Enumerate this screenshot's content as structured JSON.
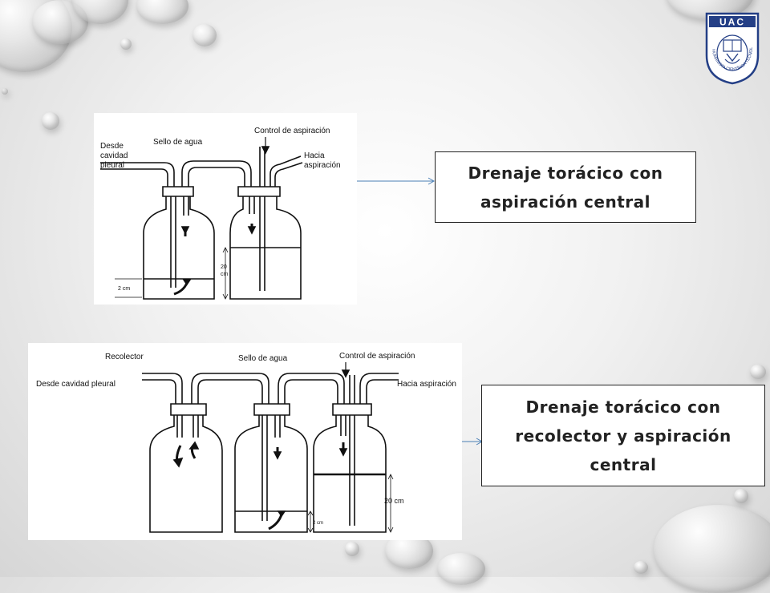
{
  "slide": {
    "logo": {
      "acronym": "UAC",
      "ring_text": "HUMANISTA CIENTÍFICA TECNOLÓGICA"
    },
    "diagram1": {
      "labels": {
        "source": "Desde cavidad pleural",
        "source_l1": "Desde",
        "source_l2": "cavidad",
        "source_l3": "pleural",
        "water_seal": "Sello de agua",
        "suction_control": "Control de aspiración",
        "to_suction_l1": "Hacia",
        "to_suction_l2": "aspiración",
        "depth_20_l1": "20",
        "depth_20_l2": "cm",
        "depth_2": "2 cm"
      }
    },
    "caption1": {
      "line1": "Drenaje torácico con",
      "line2": "aspiración central"
    },
    "diagram2": {
      "labels": {
        "collector": "Recolector",
        "source": "Desde cavidad pleural",
        "water_seal": "Sello de agua",
        "suction_control": "Control de aspiración",
        "to_suction": "Hacia aspiración",
        "depth_20": "20 cm",
        "depth_2": "2 cm"
      }
    },
    "caption2": {
      "line1": "Drenaje torácico con",
      "line2": "recolector y aspiración",
      "line3": "central"
    },
    "colors": {
      "arrow": "#4a7fb5",
      "ink": "#111111",
      "caption_text": "#222222"
    }
  }
}
